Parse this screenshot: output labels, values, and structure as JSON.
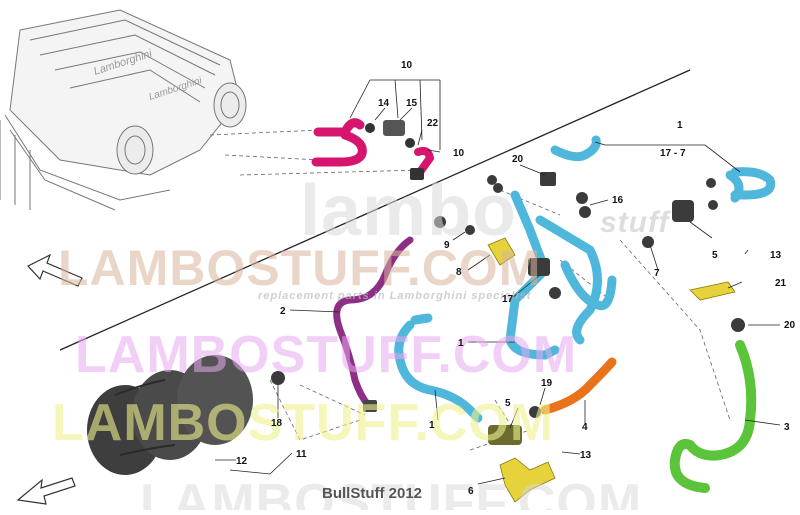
{
  "diagram": {
    "callouts": [
      "10",
      "14",
      "15",
      "22",
      "10",
      "1",
      "17 - 7",
      "20",
      "16",
      "9",
      "8",
      "5",
      "13",
      "7",
      "17",
      "21",
      "2",
      "1",
      "20",
      "19",
      "5",
      "4",
      "1",
      "3",
      "13",
      "18",
      "12",
      "11",
      "6"
    ],
    "colors": {
      "pink_hose": "#d8156e",
      "blue_hose": "#4fb6dc",
      "purple_hose": "#8e2f86",
      "orange_hose": "#e8731a",
      "green_hose": "#5cc43a",
      "yellow_part": "#e6d23a",
      "canister": "#4a4a4a"
    }
  },
  "watermark": {
    "brand": "lambo",
    "tag": "stuff",
    "line1": "LAMBOSTUFF.COM",
    "line2": "LAMBOSTUFF.COM",
    "line3": "LAMBOSTUFF.COM",
    "line4": "LAMBOSTUFF.COM",
    "small": "replacement parts in Lamborghini specialist"
  },
  "credit": "BullStuff 2012"
}
